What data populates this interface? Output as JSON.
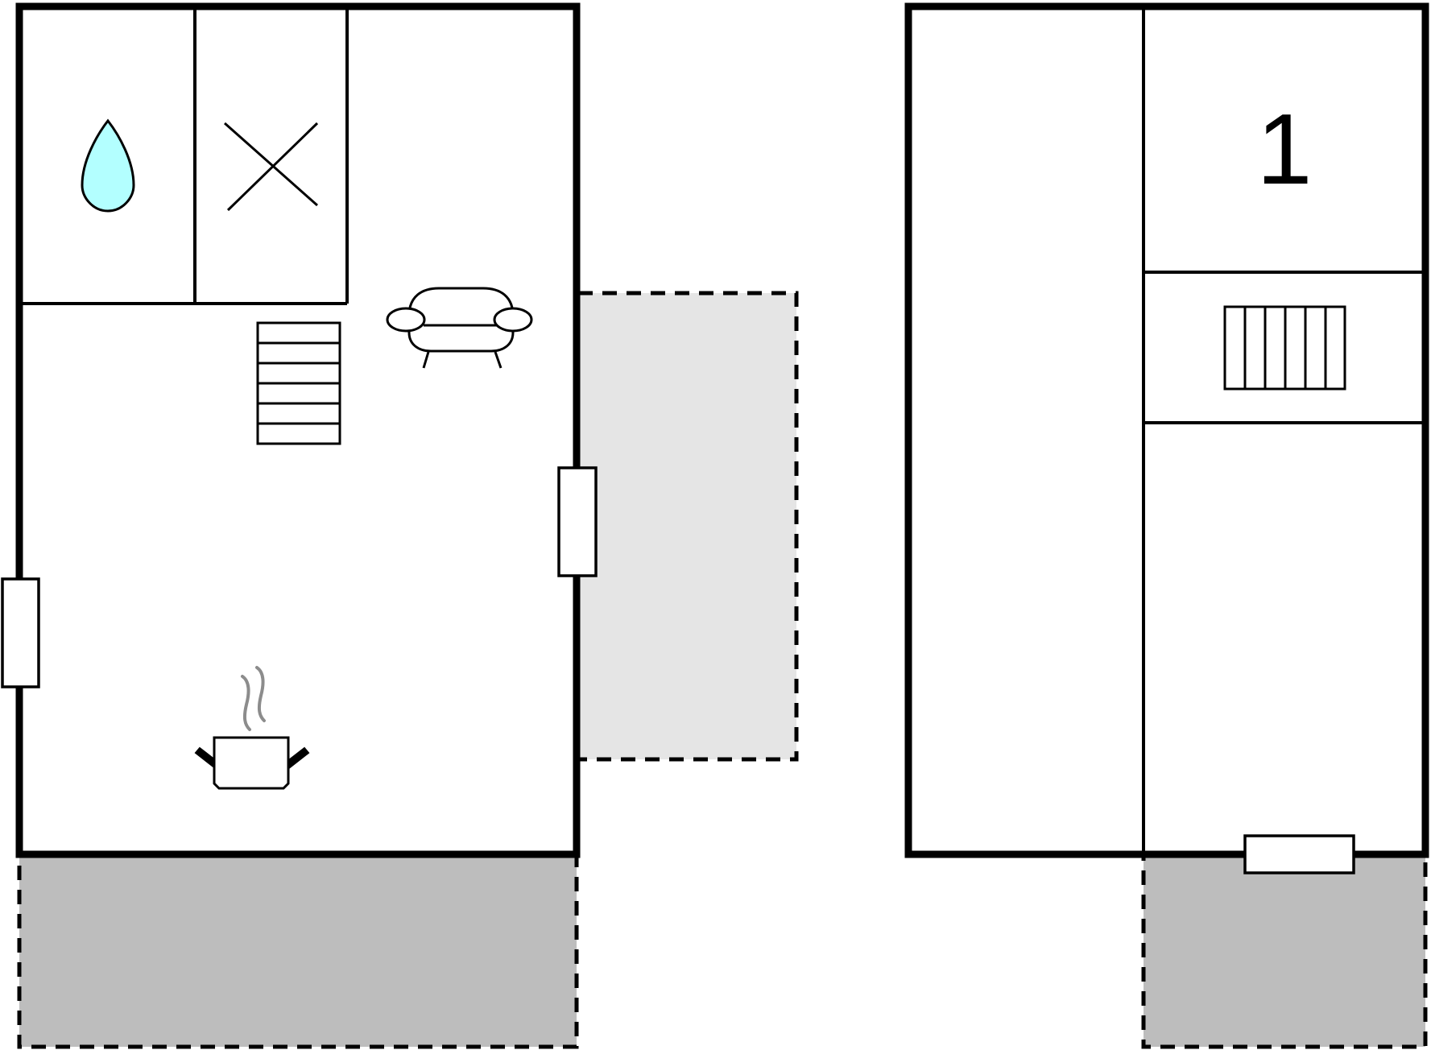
{
  "floor_plan": {
    "units": [
      {
        "rooms": [
          {
            "type": "bathroom",
            "icon": "water-drop-icon"
          },
          {
            "type": "toilet",
            "icon": "cross-icon"
          },
          {
            "type": "living-area",
            "icons": [
              "sofa-icon",
              "stairs-icon",
              "kitchen-pot-icon"
            ]
          }
        ],
        "openings": [
          "door-left",
          "door-right"
        ],
        "outdoor": [
          "covered-area-side",
          "terrace-bottom"
        ]
      },
      {
        "rooms": [
          {
            "type": "room-left"
          },
          {
            "type": "bedroom",
            "label": "1"
          },
          {
            "type": "stairs",
            "icon": "stairs-icon"
          },
          {
            "type": "room-lower"
          }
        ],
        "openings": [
          "door-bottom"
        ],
        "outdoor": [
          "terrace-bottom"
        ]
      }
    ],
    "colors": {
      "wall": "#000000",
      "water": "#b3ffff",
      "steam": "#8c8c8c",
      "covered_area": "#e5e5e5",
      "terrace": "#bdbdbd",
      "background": "#ffffff"
    }
  }
}
